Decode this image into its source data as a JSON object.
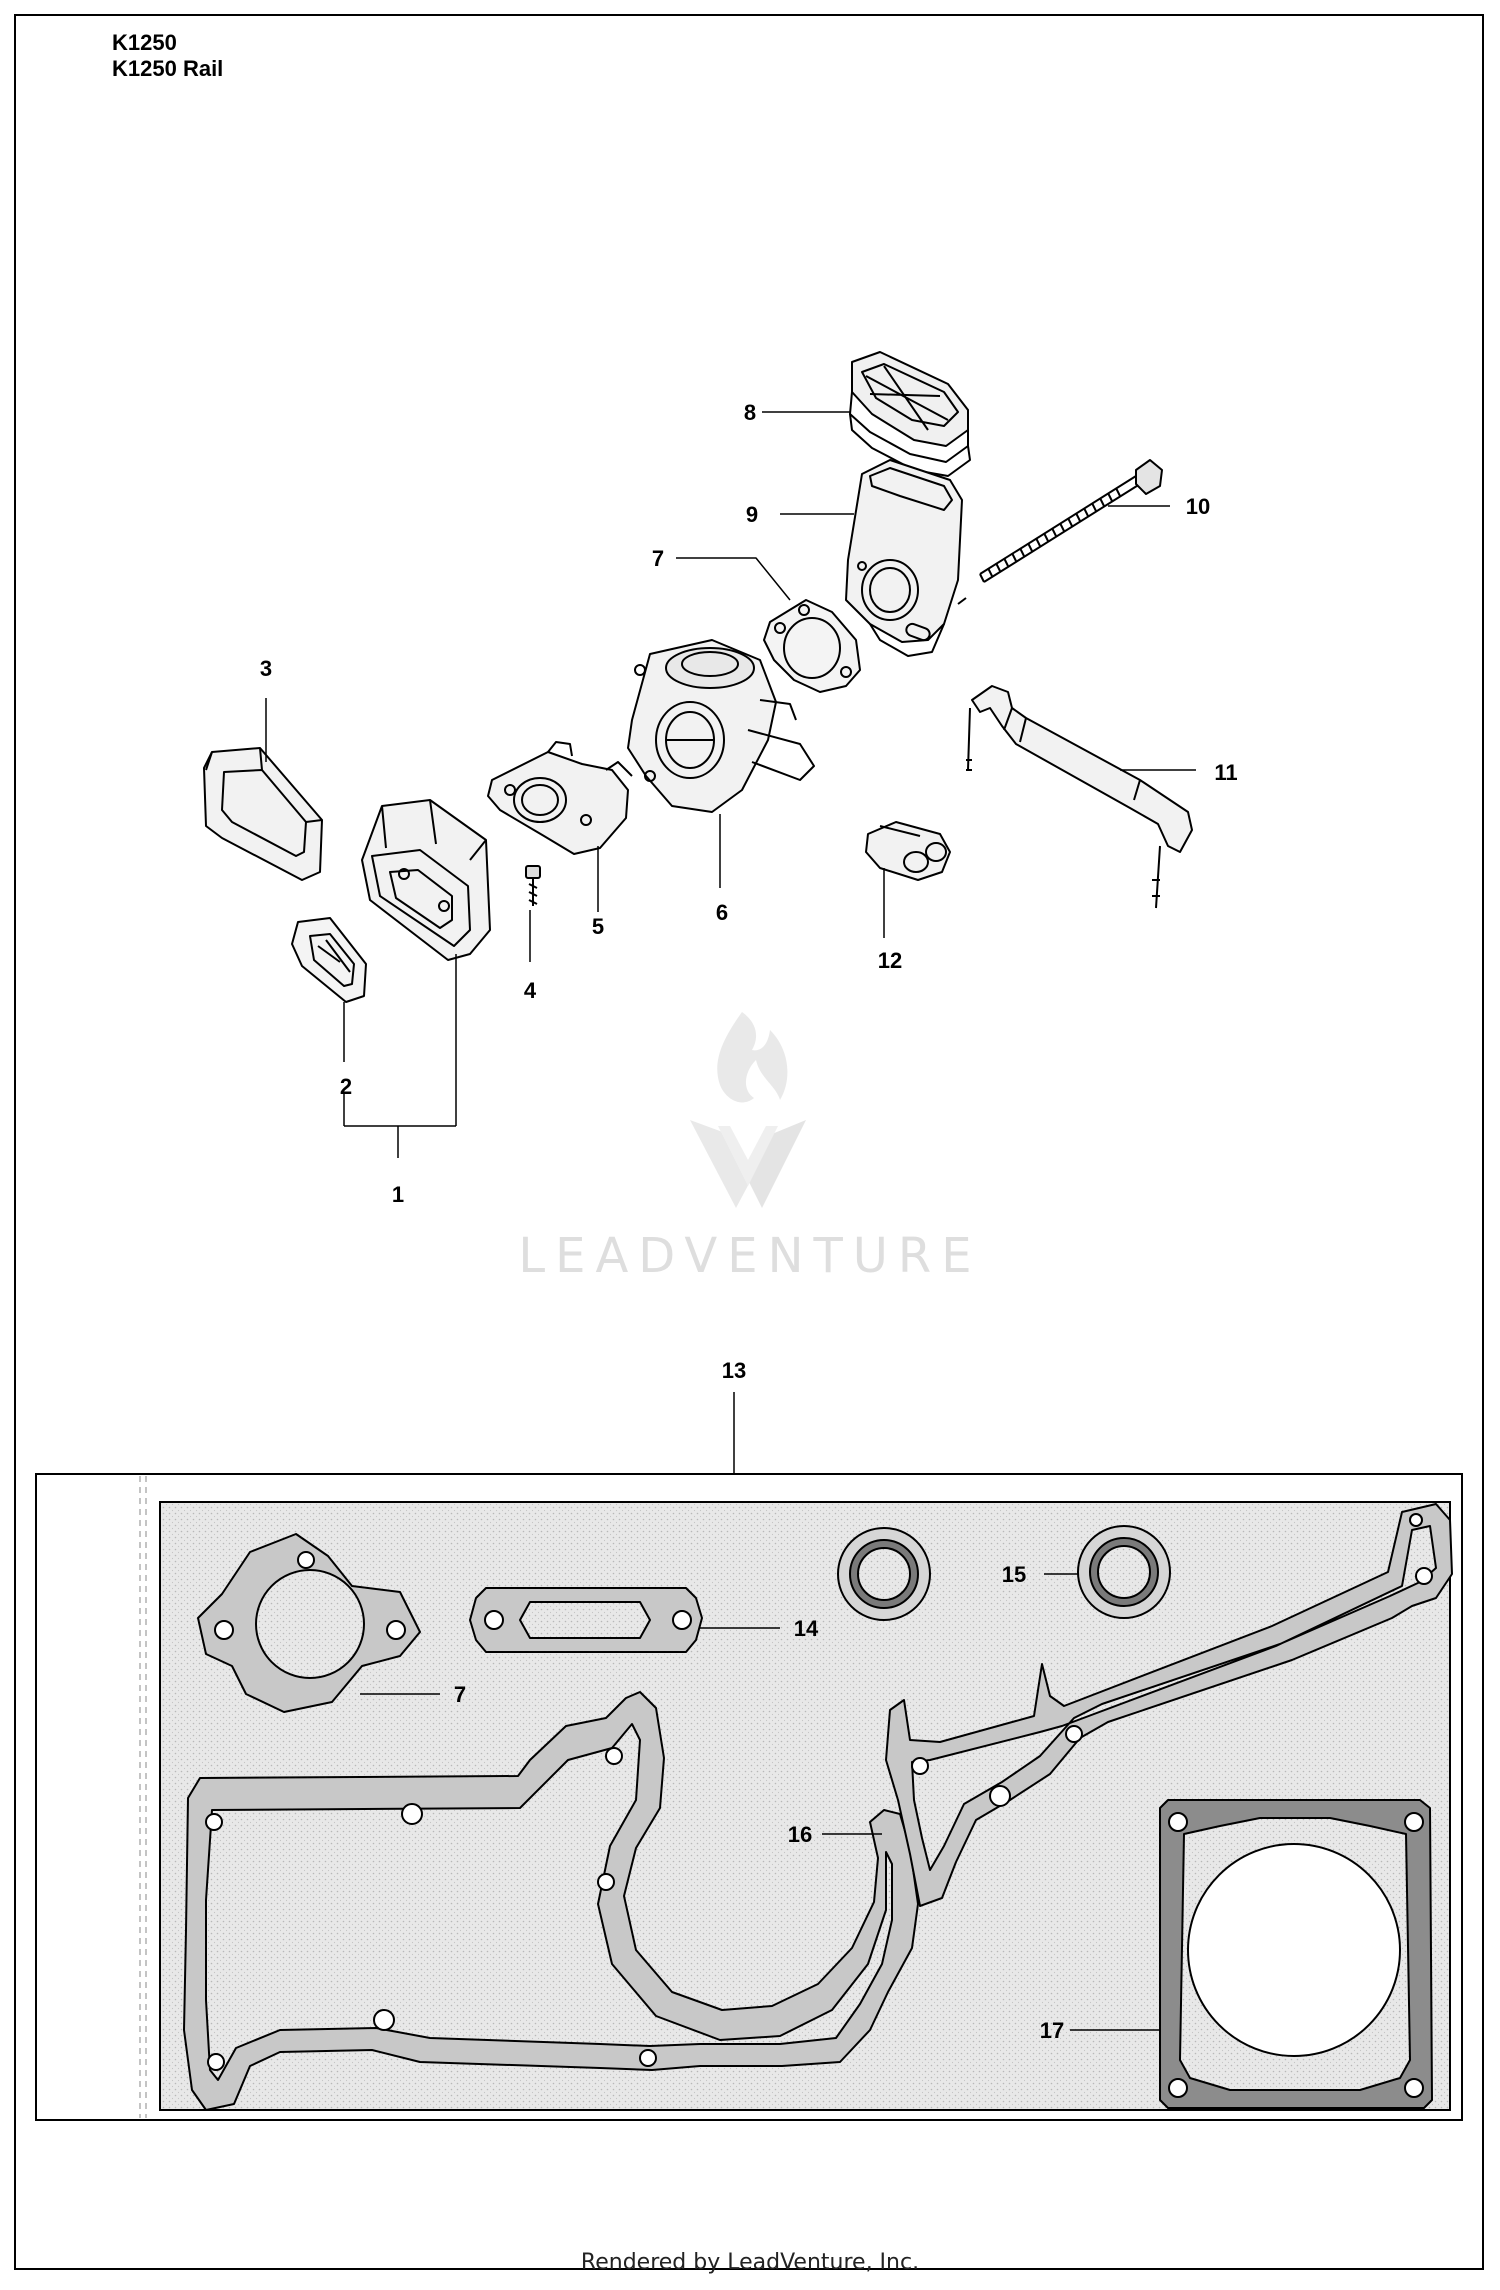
{
  "header": {
    "model_line_1": "K1250",
    "model_line_2": "K1250 Rail"
  },
  "callouts": {
    "c1": "1",
    "c2": "2",
    "c3": "3",
    "c4": "4",
    "c5": "5",
    "c6": "6",
    "c7a": "7",
    "c8": "8",
    "c9": "9",
    "c10": "10",
    "c11": "11",
    "c12": "12",
    "c13": "13",
    "c7b": "7",
    "c14": "14",
    "c15": "15",
    "c16": "16",
    "c17": "17"
  },
  "watermark": {
    "brand": "LEADVENTURE",
    "color": "#dedede"
  },
  "footer": {
    "rendered_by": "Rendered by LeadVenture, Inc."
  },
  "colors": {
    "line": "#000000",
    "kit_background": "#e6e6e6",
    "gasket_fill": "#c8c8c8"
  }
}
